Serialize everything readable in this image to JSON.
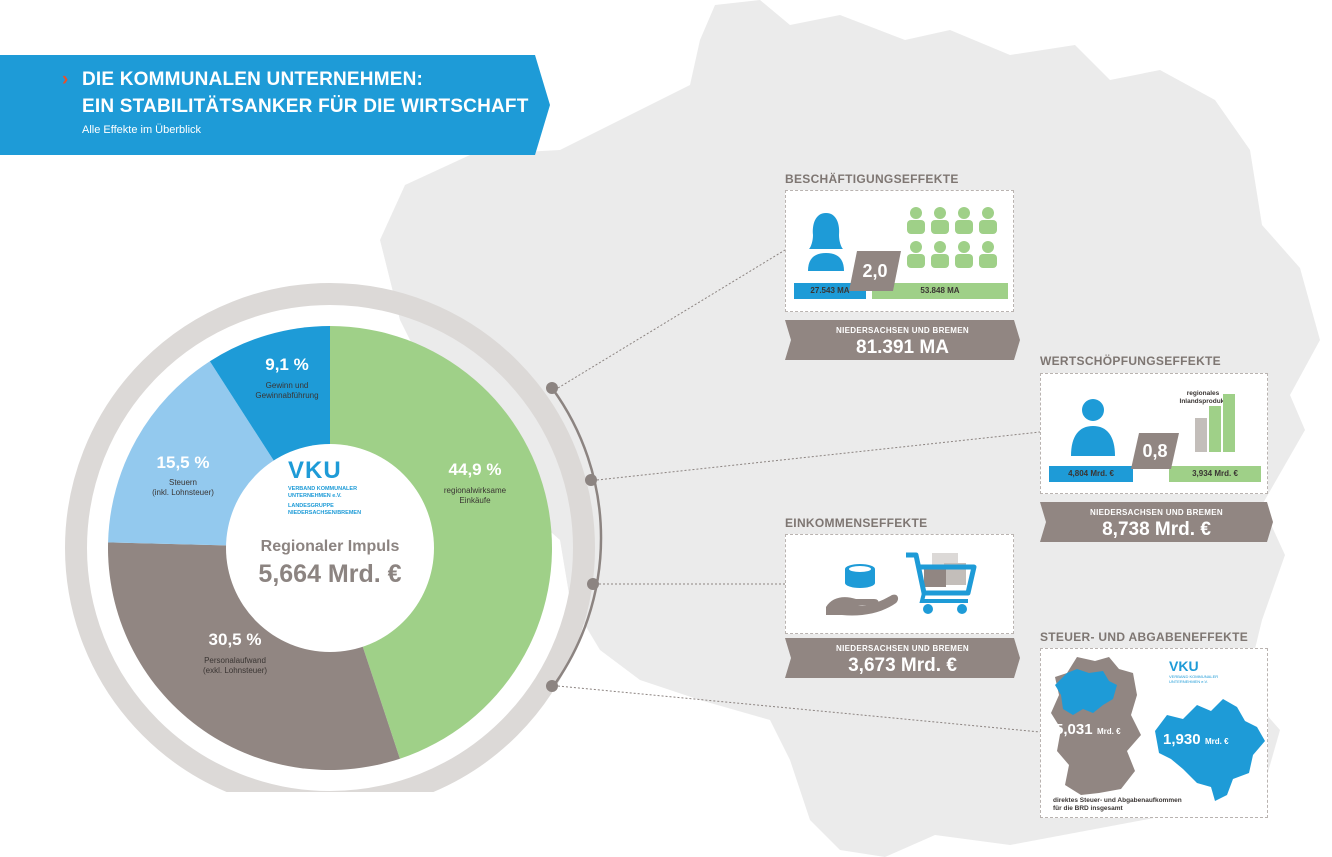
{
  "header": {
    "line1": "DIE KOMMUNALEN UNTERNEHMEN:",
    "line2": "EIN STABILITÄTSANKER FÜR DIE WIRTSCHAFT",
    "subtitle": "Alle Effekte im Überblick"
  },
  "colors": {
    "blue": "#1e9bd7",
    "lightblue": "#93c9ee",
    "green": "#9fd088",
    "gray": "#918682",
    "ring": "#dcd9d7",
    "map": "#ebebeb"
  },
  "chart_data": {
    "type": "pie",
    "categories": [
      "regionalwirksame Einkäufe",
      "Personalaufwand (exkl. Lohnsteuer)",
      "Steuern (inkl. Lohnsteuer)",
      "Gewinn und Gewinnabführung"
    ],
    "values": [
      44.9,
      30.5,
      15.5,
      9.1
    ],
    "center_title": "Regionaler Impuls",
    "center_value": "5,664 Mrd. €"
  },
  "pie_labels": [
    {
      "pct": "44,9 %",
      "line1": "regionalwirksame",
      "line2": "Einkäufe"
    },
    {
      "pct": "30,5 %",
      "line1": "Personalaufwand",
      "line2": "(exkl. Lohnsteuer)"
    },
    {
      "pct": "15,5 %",
      "line1": "Steuern",
      "line2": "(inkl. Lohnsteuer)"
    },
    {
      "pct": "9,1 %",
      "line1": "Gewinn und",
      "line2": "Gewinnabführung"
    }
  ],
  "logo": {
    "mark": "VKU",
    "line1": "VERBAND KOMMUNALER",
    "line2": "UNTERNEHMEN e.V.",
    "line3": "LANDESGRUPPE",
    "line4": "NIEDERSACHSEN/BREMEN"
  },
  "employment": {
    "title": "BESCHÄFTIGUNGSEFFEKTE",
    "direct": "27.543 MA",
    "indirect": "53.848 MA",
    "multiplier": "2,0",
    "region": "NIEDERSACHSEN UND BREMEN",
    "total": "81.391 MA"
  },
  "value_added": {
    "title": "WERTSCHÖPFUNGSEFFEKTE",
    "direct": "4,804 Mrd. €",
    "indirect": "3,934 Mrd. €",
    "multiplier": "0,8",
    "bar_label_1": "regionales",
    "bar_label_2": "Inlandsprodukt",
    "region": "NIEDERSACHSEN UND BREMEN",
    "total": "8,738 Mrd. €"
  },
  "income": {
    "title": "EINKOMMENSEFFEKTE",
    "region": "NIEDERSACHSEN UND BREMEN",
    "total": "3,673 Mrd. €"
  },
  "tax": {
    "title": "STEUER- UND ABGABENEFFEKTE",
    "germany_value": "5,031",
    "germany_unit": "Mrd. €",
    "region_value": "1,930",
    "region_unit": "Mrd. €",
    "caption_1": "direktes Steuer- und Abgabenaufkommen",
    "caption_2": "für die BRD insgesamt",
    "logo_mark": "VKU",
    "logo_line1": "VERBAND KOMMUNALER",
    "logo_line2": "UNTERNEHMEN e.V."
  }
}
